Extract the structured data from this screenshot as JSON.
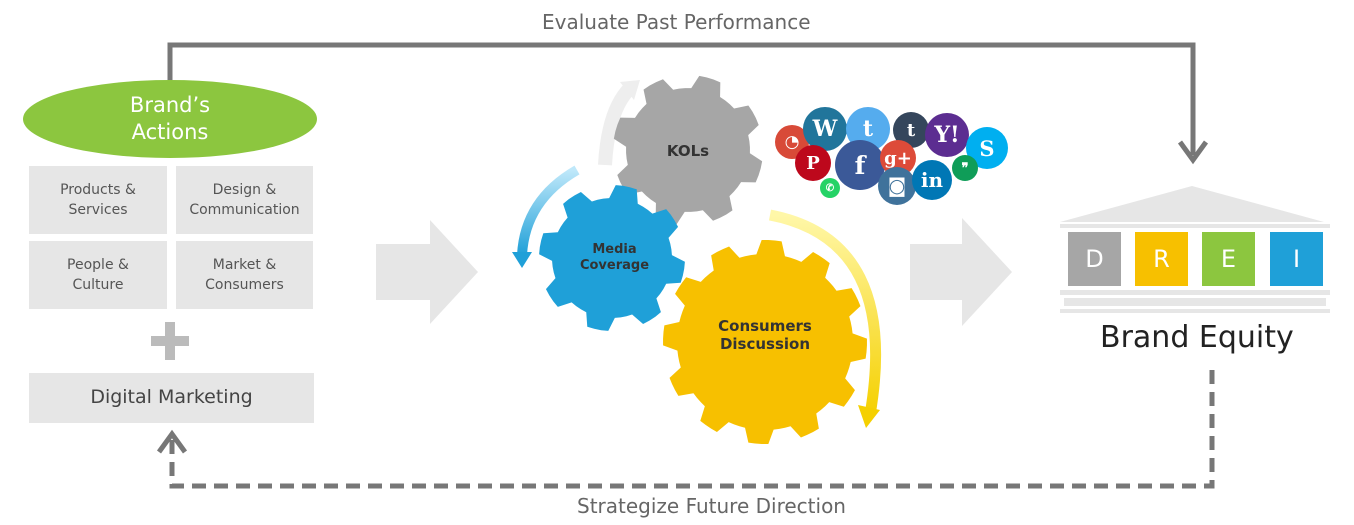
{
  "top_label": "Evaluate Past Performance",
  "bottom_label": "Strategize Future Direction",
  "brand_actions": "Brand’s\nActions",
  "action_boxes": [
    "Products &\nServices",
    "Design &\nCommunication",
    "People &\nCulture",
    "Market &\nConsumers"
  ],
  "digital_marketing": "Digital Marketing",
  "gears": {
    "kols": "KOLs",
    "media": "Media\nCoverage",
    "consumers": "Consumers\nDiscussion"
  },
  "pillars": [
    {
      "letter": "D",
      "color": "#a6a6a6"
    },
    {
      "letter": "R",
      "color": "#f7c000"
    },
    {
      "letter": "E",
      "color": "#8cc63f"
    },
    {
      "letter": "I",
      "color": "#1fa0d8"
    }
  ],
  "brand_equity": "Brand Equity",
  "social_icons": [
    {
      "name": "picasa",
      "glyph": "◔",
      "color": "#d84a38"
    },
    {
      "name": "wordpress",
      "glyph": "W",
      "color": "#21759b"
    },
    {
      "name": "twitter",
      "glyph": "t",
      "color": "#55acee"
    },
    {
      "name": "tumblr",
      "glyph": "t",
      "color": "#35465c"
    },
    {
      "name": "yahoo",
      "glyph": "Y!",
      "color": "#5c2d91"
    },
    {
      "name": "skype",
      "glyph": "S",
      "color": "#00aff0"
    },
    {
      "name": "pinterest",
      "glyph": "P",
      "color": "#bd081c"
    },
    {
      "name": "facebook",
      "glyph": "f",
      "color": "#3b5998"
    },
    {
      "name": "google-plus",
      "glyph": "g+",
      "color": "#dd4b39"
    },
    {
      "name": "instagram",
      "glyph": "◙",
      "color": "#3f729b"
    },
    {
      "name": "linkedin",
      "glyph": "in",
      "color": "#0077b5"
    },
    {
      "name": "hangouts",
      "glyph": "❞",
      "color": "#0f9d58"
    },
    {
      "name": "whatsapp",
      "glyph": "✆",
      "color": "#25d366"
    }
  ],
  "colors": {
    "green": "#8cc63f",
    "gray_gear": "#a6a6a6",
    "blue_gear": "#1fa0d8",
    "yellow_gear": "#f7c000"
  }
}
